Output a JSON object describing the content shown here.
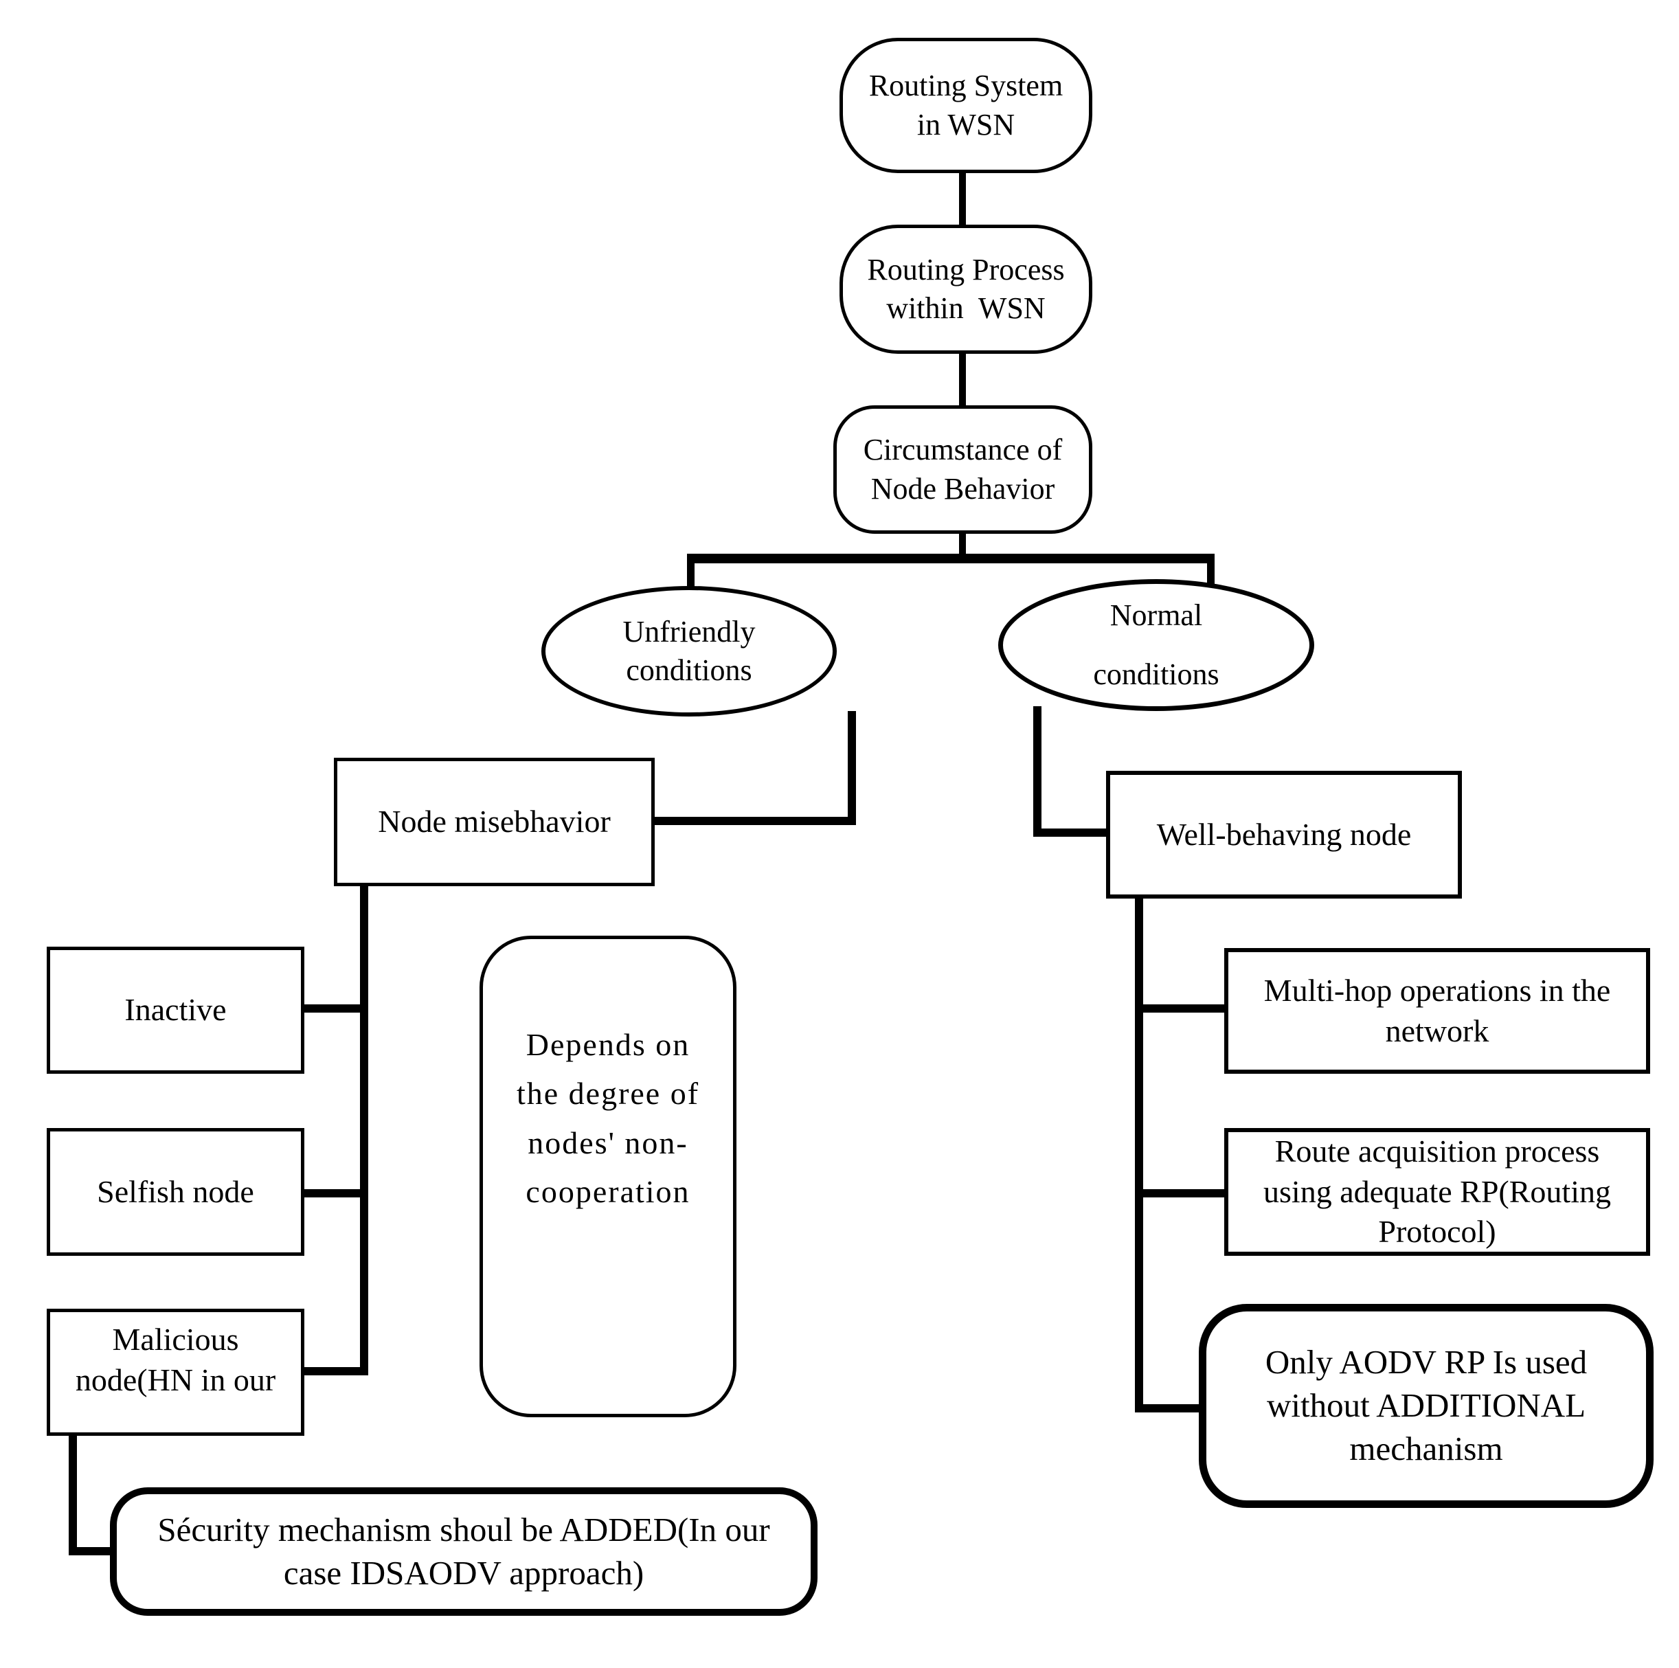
{
  "diagram": {
    "type": "flowchart",
    "colors": {
      "line": "#000000",
      "background": "#ffffff"
    },
    "nodes": {
      "routing_system": {
        "label": "Routing System\nin WSN"
      },
      "routing_process": {
        "label": "Routing Process\nwithin  WSN"
      },
      "circumstance": {
        "label": "Circumstance of\nNode Behavior"
      },
      "unfriendly": {
        "label": "Unfriendly\nconditions"
      },
      "normal": {
        "label": "Normal\nconditions"
      },
      "node_misbehavior": {
        "label": "Node misebhavior"
      },
      "inactive": {
        "label": "Inactive"
      },
      "selfish": {
        "label": "Selfish node"
      },
      "malicious": {
        "label": "Malicious\nnode(HN in our"
      },
      "depends": {
        "label": "Depends on\nthe degree of\nnodes' non-\ncooperation"
      },
      "security": {
        "label": "Sécurity mechanism shoul be ADDED(In our\ncase IDSAODV approach)"
      },
      "well_behaving": {
        "label": "Well-behaving node"
      },
      "multi_hop": {
        "label": "Multi-hop operations in the\nnetwork"
      },
      "route_acquisition": {
        "label": "Route acquisition process\nusing adequate RP(Routing\nProtocol)"
      },
      "only_aodv": {
        "label": "Only AODV RP Is used\nwithout ADDITIONAL\nmechanism"
      }
    }
  }
}
